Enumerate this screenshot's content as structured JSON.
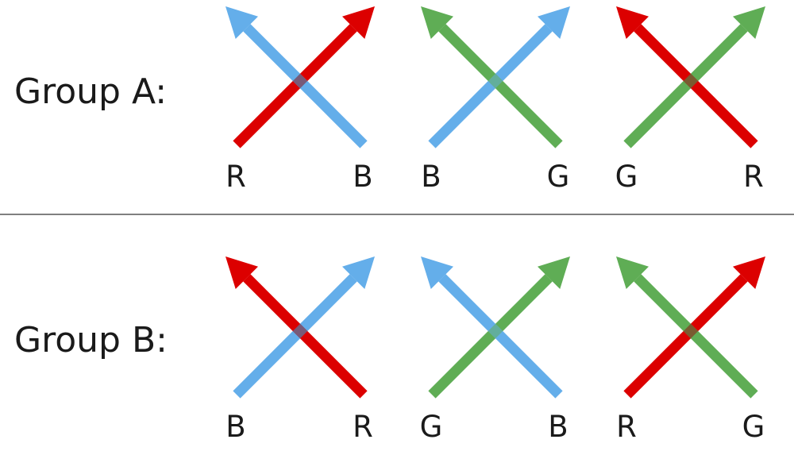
{
  "colors": {
    "R": "#dc0000",
    "B": "#64aeea",
    "G": "#5fad55"
  },
  "crossing_colors": {
    "RB": "#785a78",
    "BG": "#62ae9c",
    "GR": "#7a5a30"
  },
  "divider_color": "#333333",
  "groups": [
    {
      "label": "Group A:",
      "pairs": [
        {
          "left": "R",
          "right": "B"
        },
        {
          "left": "B",
          "right": "G"
        },
        {
          "left": "G",
          "right": "R"
        }
      ]
    },
    {
      "label": "Group B:",
      "pairs": [
        {
          "left": "B",
          "right": "R"
        },
        {
          "left": "G",
          "right": "B"
        },
        {
          "left": "R",
          "right": "G"
        }
      ]
    }
  ]
}
